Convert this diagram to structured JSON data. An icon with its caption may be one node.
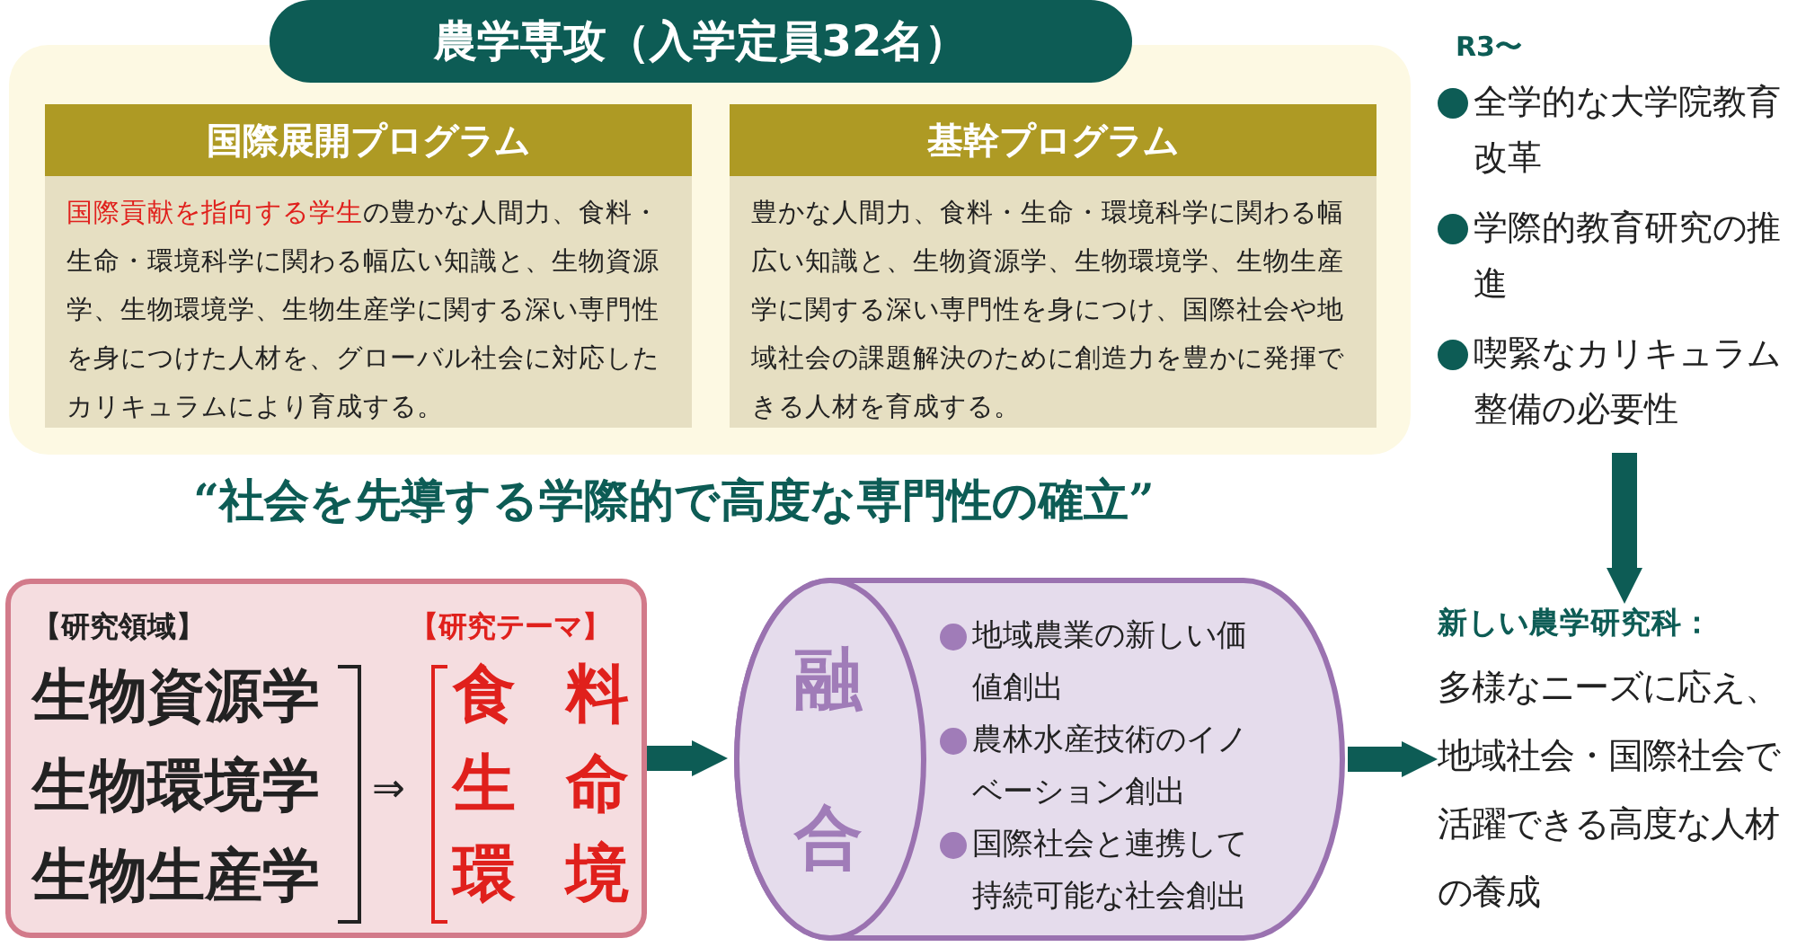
{
  "diagram": {
    "nodes": [
      {
        "text": [
          "農学専攻（入学定員32名）"
        ]
      },
      {
        "text": [
          "国際展開プログラム",
          "**国際貢献を指向する学生**の豊かな人間力、食料・生命・環境科学に関わる幅広い知識と、生物資源学、生物環境学、生物生産学に関する深い専門性を身につけた人材を、グローバル社会に対応したカリキュラムにより育成する。"
        ],
        "in": 0
      },
      {
        "text": [
          "基幹プログラム",
          "豊かな人間力、食料・生命・環境科学に関わる幅広い知識と、生物資源学、生物環境学、生物生産学に関する深い専門性を身につけ、国際社会や地域社会の課題解決のために創造力を豊かに発揮できる人材を育成する。"
        ],
        "in": 0
      },
      {
        "text": [
          "R3〜",
          "全学的な大学院教育改革",
          "学際的教育研究の推進",
          "喫緊なカリキュラム整備の必要性"
        ]
      },
      {
        "text": [
          "【研究領域】",
          "生物資源学",
          "生物環境学",
          "生物生産学",
          "⇒",
          "【研究テーマ】",
          "食料",
          "生命",
          "環境"
        ]
      },
      {
        "text": [
          "融合",
          "地域農業の新しい価値創出",
          "農林水産技術のイノベーション創出",
          "国際社会と連携して持続可能な社会創出"
        ]
      },
      {
        "text": [
          "新しい農学研究科：",
          "多様なニーズに応え、地域社会・国際社会で活躍できる高度な人材の養成"
        ]
      }
    ],
    "edges": [
      {
        "from": 4,
        "to": 5,
        "arrow": "to"
      },
      {
        "from": 5,
        "to": 6,
        "arrow": "to"
      },
      {
        "from": 3,
        "to": 6,
        "arrow": "to"
      }
    ],
    "labels": [
      "“社会を先導する学際的で高度な専門性の確立”"
    ]
  }
}
